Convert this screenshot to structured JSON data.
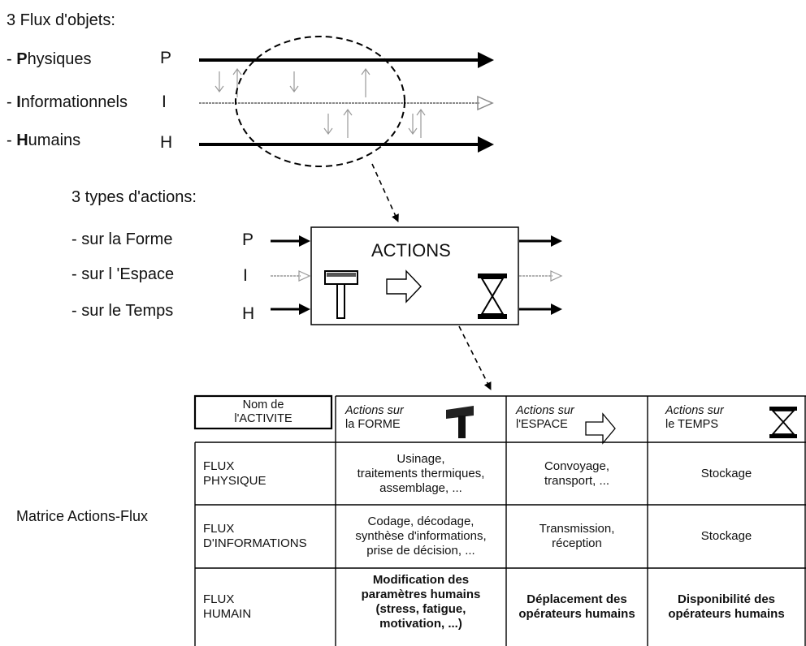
{
  "flux": {
    "title": "3 Flux d'objets:",
    "items": [
      {
        "prefix": "- ",
        "initial": "P",
        "rest": "hysiques",
        "letter": "P"
      },
      {
        "prefix": "- ",
        "initial": "I",
        "rest": "nformationnels",
        "letter": "I"
      },
      {
        "prefix": "- ",
        "initial": "H",
        "rest": "umains",
        "letter": "H"
      }
    ]
  },
  "actions": {
    "title": "3 types d'actions:",
    "items": [
      {
        "label": "- sur la Forme",
        "letter": "P"
      },
      {
        "label": "- sur l 'Espace",
        "letter": "I"
      },
      {
        "label": "- sur le Temps",
        "letter": "H"
      }
    ],
    "box_title": "ACTIONS"
  },
  "matrix": {
    "label": "Matrice Actions-Flux",
    "header": {
      "name_col": [
        "Nom de",
        "l'ACTIVITE"
      ],
      "forme": [
        "Actions sur",
        "la FORME"
      ],
      "espace": [
        "Actions sur",
        "l'ESPACE"
      ],
      "temps": [
        "Actions sur",
        "le TEMPS"
      ]
    },
    "rows": [
      {
        "name": [
          "FLUX",
          "PHYSIQUE"
        ],
        "forme": [
          "Usinage,",
          "traitements thermiques,",
          "assemblage, ..."
        ],
        "espace": [
          "Convoyage,",
          "transport, ..."
        ],
        "temps": [
          "Stockage"
        ]
      },
      {
        "name": [
          "FLUX",
          "D'INFORMATIONS"
        ],
        "forme": [
          "Codage, décodage,",
          "synthèse d'informations,",
          "prise de décision, ..."
        ],
        "espace": [
          "Transmission,",
          "réception"
        ],
        "temps": [
          "Stockage"
        ]
      },
      {
        "name": [
          "FLUX",
          "HUMAIN"
        ],
        "forme": [
          "Modification des",
          "paramètres humains",
          "(stress, fatigue,",
          "motivation, ...)"
        ],
        "espace": [
          "Déplacement des",
          "opérateurs humains"
        ],
        "temps": [
          "Disponibilité des",
          "opérateurs humains"
        ]
      }
    ]
  },
  "colors": {
    "line": "#000000",
    "faint": "#9a9a9a"
  },
  "icons": [
    "hammer-icon",
    "arrow-right-outline-icon",
    "hourglass-icon"
  ]
}
